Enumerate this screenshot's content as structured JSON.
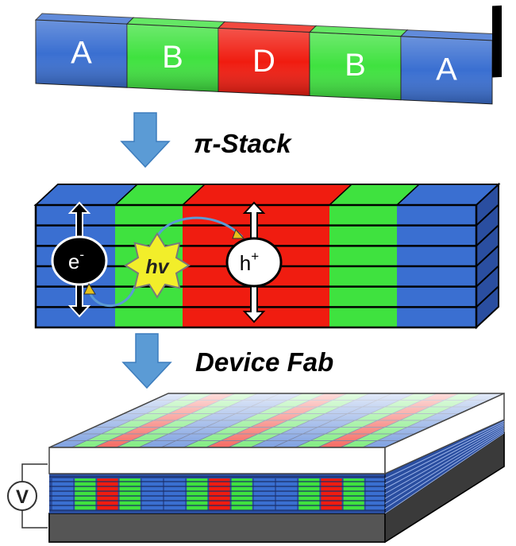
{
  "molecule": {
    "segments": [
      {
        "letter": "A",
        "color": "#3a6fd1"
      },
      {
        "letter": "B",
        "color": "#3fe23f"
      },
      {
        "letter": "D",
        "color": "#f01c10"
      },
      {
        "letter": "B",
        "color": "#3fe23f"
      },
      {
        "letter": "A",
        "color": "#3a6fd1"
      }
    ]
  },
  "steps": {
    "pi_stack": "π-Stack",
    "device_fab": "Device Fab"
  },
  "stack": {
    "electron": {
      "base": "e",
      "sup": "-"
    },
    "photon": "hv",
    "hole": {
      "base": "h",
      "sup": "+"
    }
  },
  "device": {
    "voltage_label": "V"
  },
  "colors": {
    "acceptor": "#3a6fd1",
    "bridge": "#3fe23f",
    "donor": "#f01c10",
    "arrow": "#5b9bd5",
    "sun": "#f2ee2a",
    "substrate": "#4a4a4a"
  }
}
